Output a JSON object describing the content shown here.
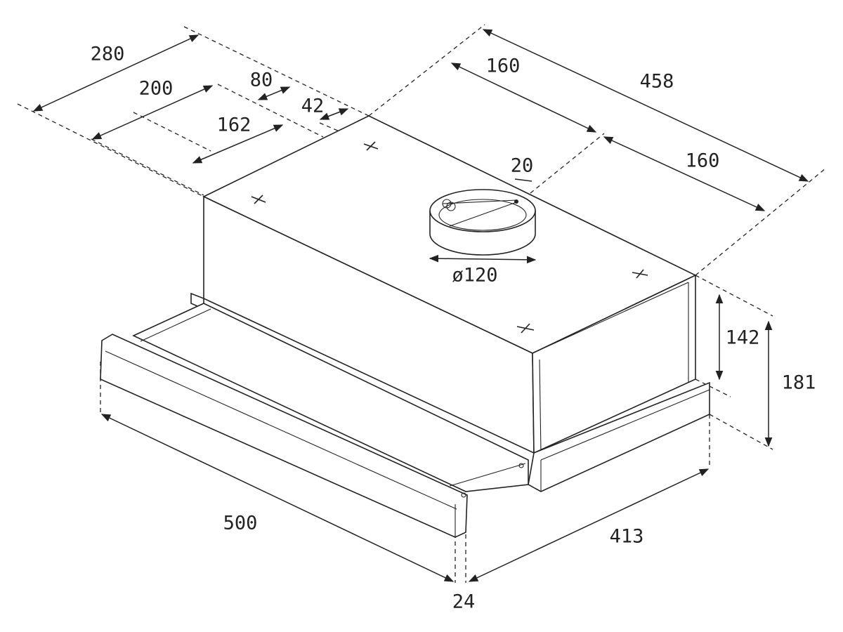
{
  "title": "Telescopic cooker hood dimension drawing",
  "dimensions": {
    "d280": "280",
    "d200": "200",
    "d80": "80",
    "d42": "42",
    "d162": "162",
    "d160_top": "160",
    "d458": "458",
    "d20": "20",
    "d160_right": "160",
    "duct_diameter": "ø120",
    "d142": "142",
    "d181": "181",
    "d500": "500",
    "d413": "413",
    "d24": "24"
  }
}
